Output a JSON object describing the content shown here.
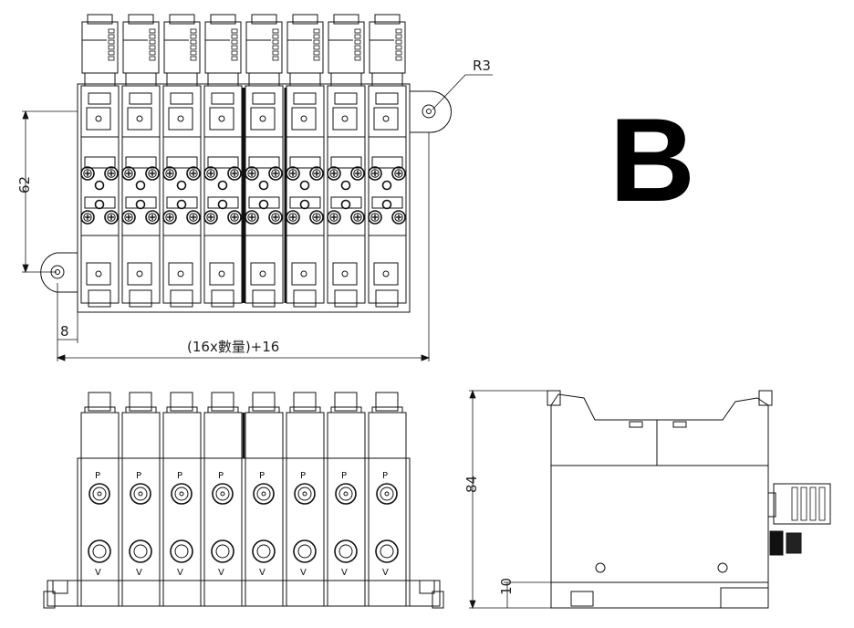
{
  "view_label": "B",
  "dimensions": {
    "radius": "R3",
    "height_62": "62",
    "offset_8": "8",
    "total_width": "(16x數量)+16",
    "height_84": "84",
    "base_10": "10"
  },
  "station_count": 8,
  "port_labels": {
    "top": "P",
    "bottom": "V"
  }
}
